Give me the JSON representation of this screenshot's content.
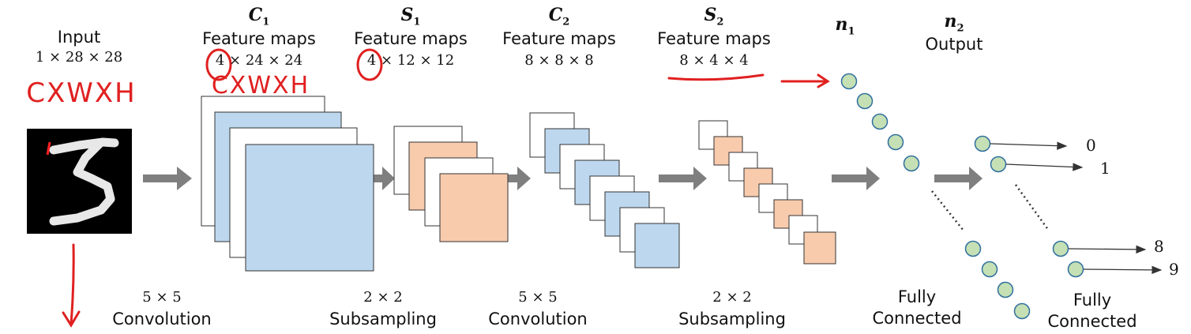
{
  "input": {
    "title": "Input",
    "dims": "1 × 28 × 28"
  },
  "layers": {
    "c1": {
      "name": "C",
      "index": "1",
      "desc": "Feature maps",
      "dims": "4 × 24 × 24"
    },
    "s1": {
      "name": "S",
      "index": "1",
      "desc": "Feature maps",
      "dims": "4 × 12 × 12"
    },
    "c2": {
      "name": "C",
      "index": "2",
      "desc": "Feature maps",
      "dims": "8 × 8 × 8"
    },
    "s2": {
      "name": "S",
      "index": "2",
      "desc": "Feature maps",
      "dims": "8 × 4 × 4"
    },
    "n1": {
      "name": "n",
      "index": "1"
    },
    "n2": {
      "name": "n",
      "index": "2",
      "desc": "Output"
    }
  },
  "operations": {
    "conv1": {
      "kernel": "5 × 5",
      "label": "Convolution"
    },
    "sub1": {
      "kernel": "2 × 2",
      "label": "Subsampling"
    },
    "conv2": {
      "kernel": "5 × 5",
      "label": "Convolution"
    },
    "sub2": {
      "kernel": "2 × 2",
      "label": "Subsampling"
    },
    "fc1": {
      "label_line1": "Fully",
      "label_line2": "Connected"
    },
    "fc2": {
      "label_line1": "Fully",
      "label_line2": "Connected"
    }
  },
  "outputs": {
    "top": [
      "0",
      "1"
    ],
    "bottom": [
      "8",
      "9"
    ]
  },
  "annotations": {
    "input_order": "CXWXH",
    "c1_order": "CXWXH"
  },
  "colors": {
    "blue_map": "#bdd7ee",
    "orange_map": "#f8cbad",
    "node_fill": "#c5e0b4",
    "node_stroke": "#2f6f9f",
    "arrow": "#7f7f7f",
    "annotation": "#e02020"
  }
}
